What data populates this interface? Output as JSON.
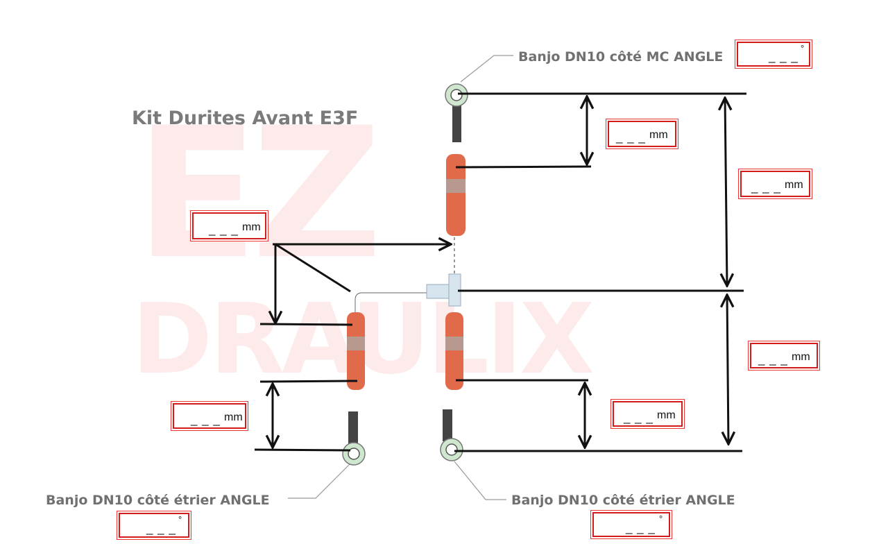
{
  "title": "Kit Durites Avant E3F",
  "watermark": {
    "line1": "EZ",
    "line2": "DRAULIX"
  },
  "labels": {
    "banjo_mc": "Banjo DN10 côté MC ANGLE",
    "banjo_etrier_left": "Banjo DN10 côté étrier ANGLE",
    "banjo_etrier_right": "Banjo DN10 côté étrier ANGLE"
  },
  "fields": {
    "angle_mc": {
      "value": "_ _ _",
      "unit": "°"
    },
    "len_top_short": {
      "value": "_ _ _",
      "unit": "mm"
    },
    "len_top_long": {
      "value": "_ _ _",
      "unit": "mm"
    },
    "len_split": {
      "value": "_ _ _",
      "unit": "mm"
    },
    "len_bottom_long": {
      "value": "_ _ _",
      "unit": "mm"
    },
    "len_bottom_right": {
      "value": "_ _ _",
      "unit": "mm"
    },
    "len_bottom_left": {
      "value": "_ _ _",
      "unit": "mm"
    },
    "angle_etrier_left": {
      "value": "_ _ _",
      "unit": "°"
    },
    "angle_etrier_right": {
      "value": "_ _ _",
      "unit": "°"
    }
  },
  "colors": {
    "box_border": "#d41a1a",
    "fitting": "#e06a4a",
    "banjo": "#cfe6cf",
    "tee": "#d6e4ee"
  }
}
